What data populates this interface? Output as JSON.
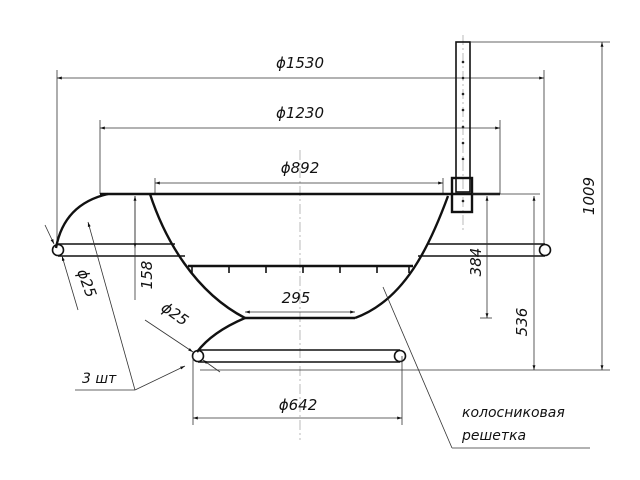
{
  "drawing": {
    "dimensions": {
      "outer_ring_diameter": "ϕ1530",
      "rim_diameter": "ϕ1230",
      "inner_diameter": "ϕ892",
      "bottom_width": "295",
      "base_ring_diameter": "ϕ642",
      "rim_to_ring_height": "158",
      "bowl_depth": "384",
      "rim_height": "536",
      "overall_height": "1009",
      "tube_diameter_upper": "ϕ25",
      "tube_diameter_lower": "ϕ25"
    },
    "notes": {
      "quantity": "3 шт",
      "grate_label_line1": "колосниковая",
      "grate_label_line2": "решетка"
    }
  }
}
